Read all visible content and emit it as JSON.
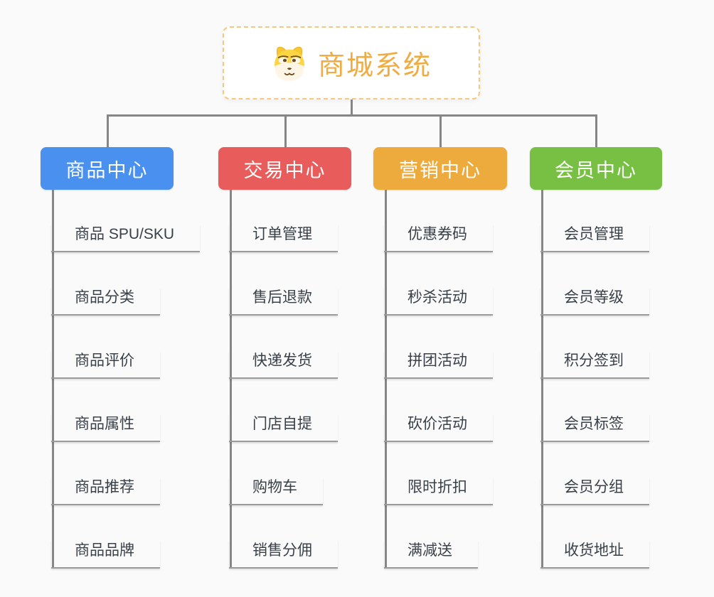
{
  "root": {
    "title": "商城系统",
    "icon": "dog-face-icon",
    "text_color": "#f0ac40",
    "border_color": "#f6c77f"
  },
  "branches": [
    {
      "label": "商品中心",
      "color": "#4a90ee",
      "children": [
        "商品 SPU/SKU",
        "商品分类",
        "商品评价",
        "商品属性",
        "商品推荐",
        "商品品牌"
      ]
    },
    {
      "label": "交易中心",
      "color": "#e85c5c",
      "children": [
        "订单管理",
        "售后退款",
        "快递发货",
        "门店自提",
        "购物车",
        "销售分佣"
      ]
    },
    {
      "label": "营销中心",
      "color": "#eeab3d",
      "children": [
        "优惠券码",
        "秒杀活动",
        "拼团活动",
        "砍价活动",
        "限时折扣",
        "满减送"
      ]
    },
    {
      "label": "会员中心",
      "color": "#77c043",
      "children": [
        "会员管理",
        "会员等级",
        "积分签到",
        "会员标签",
        "会员分组",
        "收货地址"
      ]
    }
  ],
  "colors": {
    "background": "#fafafa",
    "connector": "#868686",
    "child_underline": "#9a9a9a",
    "child_text": "#3a4048",
    "header_text": "#ffffff"
  }
}
